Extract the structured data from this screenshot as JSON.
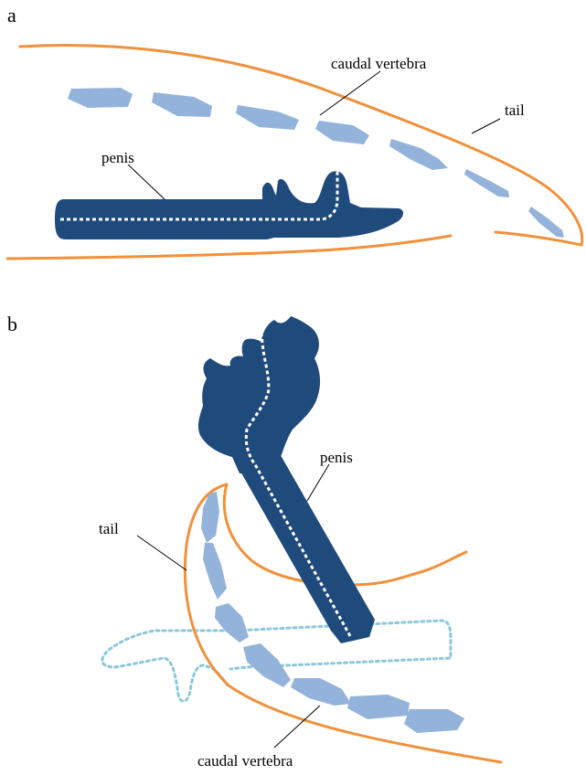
{
  "panels": [
    {
      "letter": "a",
      "labels": {
        "caudal_vertebra": "caudal vertebra",
        "tail": "tail",
        "penis": "penis"
      }
    },
    {
      "letter": "b",
      "labels": {
        "penis": "penis",
        "tail": "tail",
        "caudal_vertebra": "caudal vertebra"
      }
    }
  ],
  "colors": {
    "tail_outline": "#f0913c",
    "vertebra": "#94b3da",
    "penis": "#1f4a7c",
    "penis_midline": "#ffffff",
    "ghost_outline": "#8cc8dc",
    "leader_line": "#000000"
  }
}
